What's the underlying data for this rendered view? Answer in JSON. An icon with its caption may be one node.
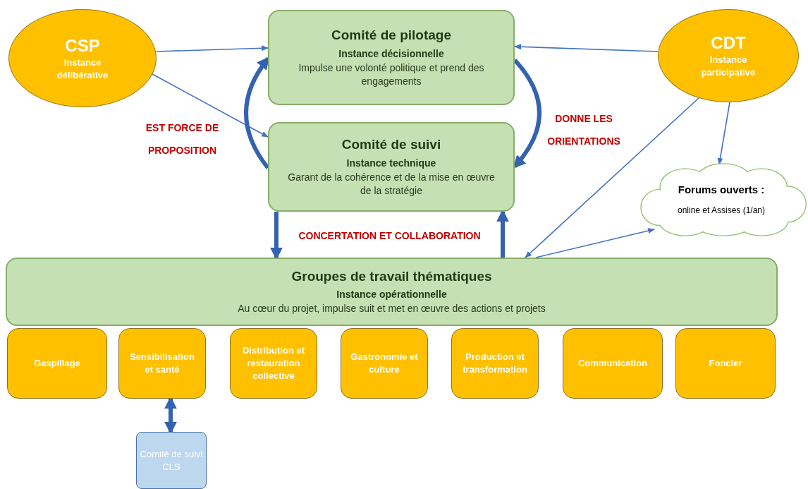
{
  "diagram": {
    "nodes": [
      {
        "text": [
          "CSP",
          "Instance délibérative"
        ]
      },
      {
        "text": [
          "Comité de pilotage",
          "Instance décisionnelle",
          "Impulse une volonté politique et prend des engagements"
        ]
      },
      {
        "text": [
          "CDT",
          "Instance participative"
        ]
      },
      {
        "text": [
          "Comité de suivi",
          "Instance technique",
          "Garant de la cohérence et de la mise en œuvre de la stratégie"
        ]
      },
      {
        "text": [
          "Forums ouverts :",
          "online et Assises (1/an)"
        ]
      },
      {
        "text": [
          "Groupes de travail thématiques",
          "Instance opérationnelle",
          "Au cœur du projet, impulse suit et met en œuvre des actions et projets"
        ]
      },
      {
        "text": [
          "Gaspillage"
        ]
      },
      {
        "text": [
          "Sensibilisation et santé"
        ]
      },
      {
        "text": [
          "Distribution et restauration collective"
        ]
      },
      {
        "text": [
          "Gastronomie et culture"
        ]
      },
      {
        "text": [
          "Production et transformation"
        ]
      },
      {
        "text": [
          "Communication"
        ]
      },
      {
        "text": [
          "Foncier"
        ]
      },
      {
        "text": [
          "Comité de suivi CLS"
        ]
      }
    ],
    "edges": [
      {
        "from": 0,
        "to": 1,
        "arrow": "to"
      },
      {
        "from": 0,
        "to": 3,
        "arrow": "to"
      },
      {
        "from": 2,
        "to": 1,
        "arrow": "to"
      },
      {
        "from": 3,
        "to": 1,
        "arrow": "to",
        "style": "thick",
        "label": "EST FORCE DE PROPOSITION"
      },
      {
        "from": 1,
        "to": 3,
        "arrow": "to",
        "style": "thick",
        "label": "DONNE LES ORIENTATIONS"
      },
      {
        "from": 3,
        "to": 5,
        "arrow": "to",
        "style": "thick",
        "label": "CONCERTATION ET COLLABORATION"
      },
      {
        "from": 5,
        "to": 3,
        "arrow": "to",
        "style": "thick"
      },
      {
        "from": 2,
        "to": 5,
        "arrow": "to"
      },
      {
        "from": 2,
        "to": 4,
        "arrow": "to"
      },
      {
        "from": 5,
        "to": 4,
        "arrow": "to"
      },
      {
        "from": 7,
        "to": 13,
        "arrow": "both",
        "style": "thick"
      }
    ]
  }
}
